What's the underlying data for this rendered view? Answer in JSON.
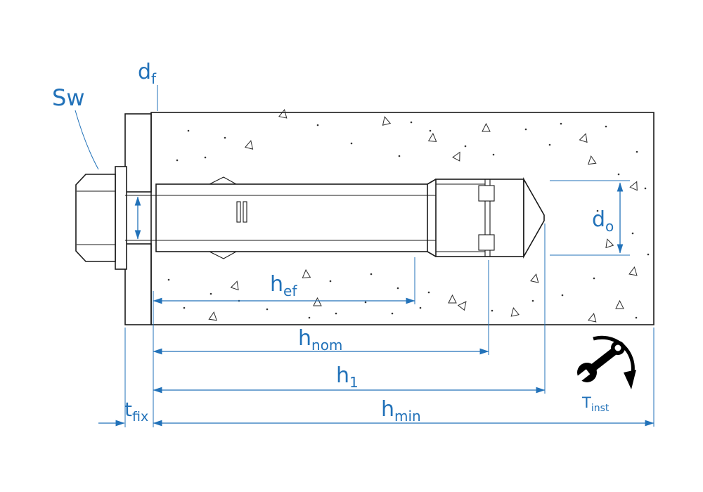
{
  "diagram": {
    "type": "anchor-bolt-installation-drawing",
    "colors": {
      "dimension_blue": "#2272b9",
      "line_black": "#1a1a1a",
      "icon_black": "#000000",
      "background": "#ffffff"
    },
    "labels": {
      "wrench_width": {
        "main": "Sw",
        "sub": ""
      },
      "fixture_hole_diameter": {
        "main": "d",
        "sub": "f"
      },
      "drill_hole_diameter": {
        "main": "d",
        "sub": "o"
      },
      "effective_embedment_depth": {
        "main": "h",
        "sub": "ef"
      },
      "nominal_embedment_depth": {
        "main": "h",
        "sub": "nom"
      },
      "drill_hole_depth": {
        "main": "h",
        "sub": "1"
      },
      "min_member_thickness": {
        "main": "h",
        "sub": "min"
      },
      "fixture_thickness": {
        "main": "t",
        "sub": "fix"
      },
      "installation_torque": {
        "main": "T",
        "sub": "inst"
      }
    }
  }
}
